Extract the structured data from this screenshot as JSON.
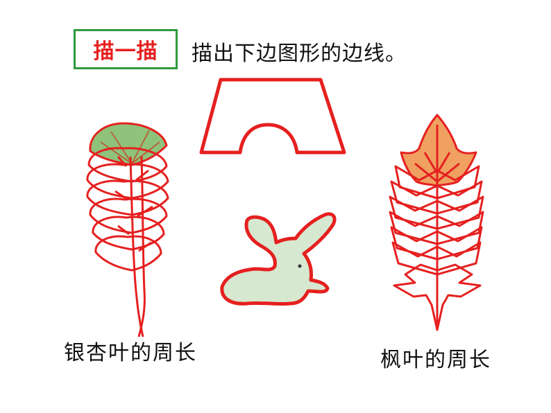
{
  "header": {
    "badge_label": "描一描",
    "instruction": "描出下边图形的边线。"
  },
  "captions": {
    "ginkgo": "银杏叶的周长",
    "maple": "枫叶的周长"
  },
  "colors": {
    "outline_red": "#e5201f",
    "badge_border_green": "#2e9a3e",
    "ginkgo_fill": "#8fc27a",
    "rabbit_fill": "#d6e8cf",
    "maple_fill": "#f0a060"
  },
  "icons": [
    "ginkgo-leaf-icon",
    "arch-bridge-shape-icon",
    "rabbit-shape-icon",
    "maple-leaf-icon"
  ]
}
